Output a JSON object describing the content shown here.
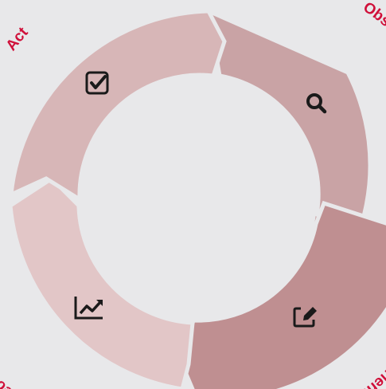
{
  "diagram": {
    "background": "#e8e8ea",
    "center_fill": "#e8e8ea",
    "label_color": "#d0103a",
    "icon_color": "#1a1a1a",
    "stages": [
      {
        "label": "Observe",
        "icon": "magnifier-icon",
        "color": "#c9a3a5"
      },
      {
        "label": "Orient",
        "icon": "edit-icon",
        "color": "#bf8f91"
      },
      {
        "label": "Decide",
        "icon": "chart-icon",
        "color": "#e2c6c7"
      },
      {
        "label": "Act",
        "icon": "checkbox-icon",
        "color": "#d7b6b7"
      }
    ]
  }
}
